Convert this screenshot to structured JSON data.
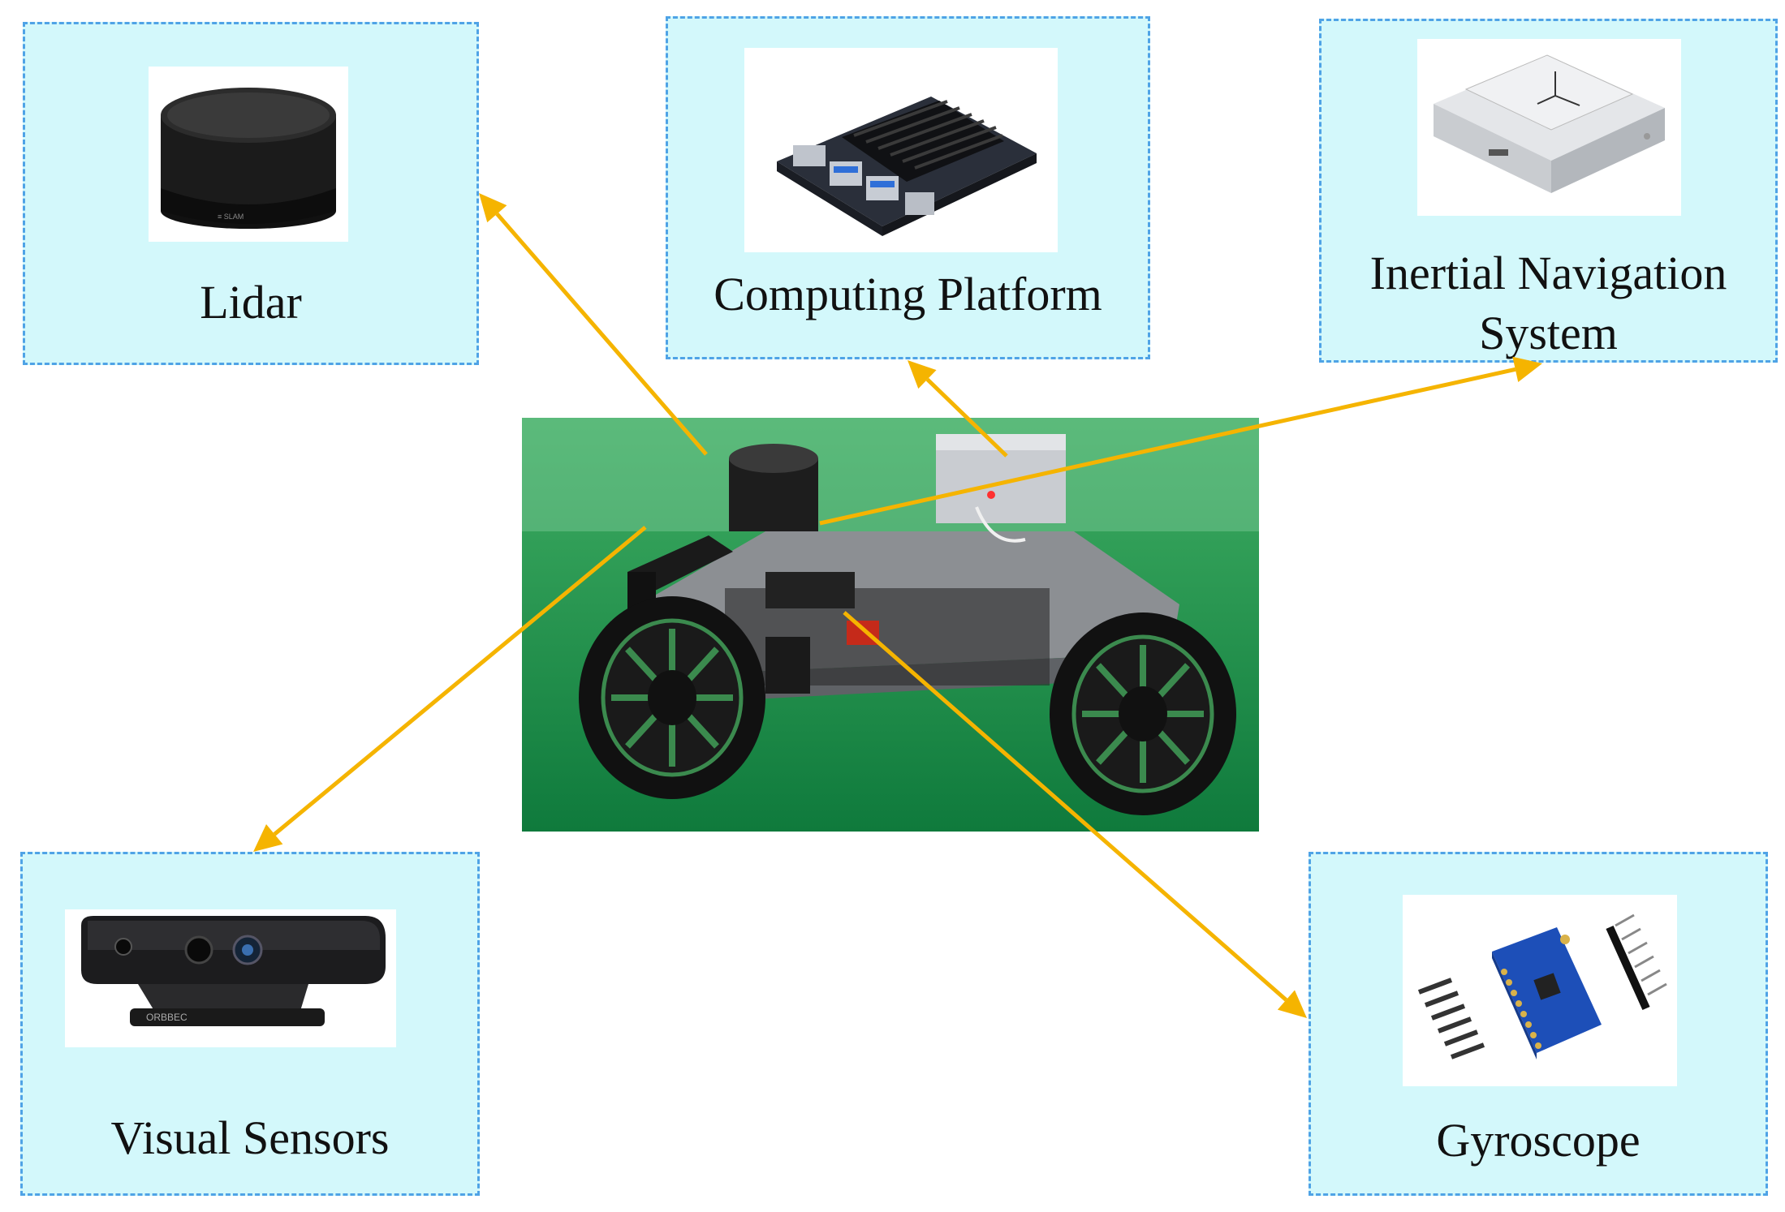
{
  "arrow_color": "#f5b400",
  "box_fill": "#d3f8fb",
  "box_border": "#4fa3e6",
  "components": {
    "lidar": {
      "label": "Lidar",
      "icon": "lidar-sensor-photo"
    },
    "computing": {
      "label": "Computing Platform",
      "icon": "computing-board-photo"
    },
    "ins": {
      "label_line1": "Inertial Navigation",
      "label_line2": "System",
      "icon": "imu-module-photo"
    },
    "visual": {
      "label": "Visual Sensors",
      "icon": "depth-camera-photo"
    },
    "gyro": {
      "label": "Gyroscope",
      "icon": "gyroscope-breakout-photo"
    }
  },
  "robot": {
    "icon": "robot-car-photo"
  }
}
